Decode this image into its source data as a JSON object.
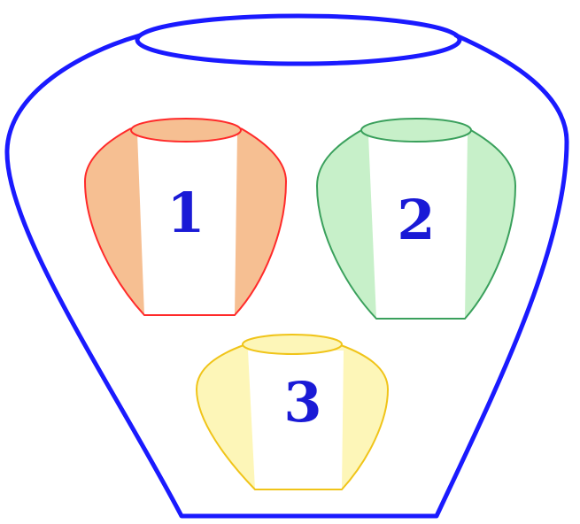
{
  "colors": {
    "outline": "#1a1aff",
    "label": "#1a1ad6"
  },
  "big_jar": {
    "name": "large-vase"
  },
  "jars": [
    {
      "label": "1",
      "stroke": "#ff2a2a",
      "fill": "#f6bf92"
    },
    {
      "label": "2",
      "stroke": "#3aa05c",
      "fill": "#c7f0c9"
    },
    {
      "label": "3",
      "stroke": "#f0c419",
      "fill": "#fdf6b8"
    }
  ]
}
